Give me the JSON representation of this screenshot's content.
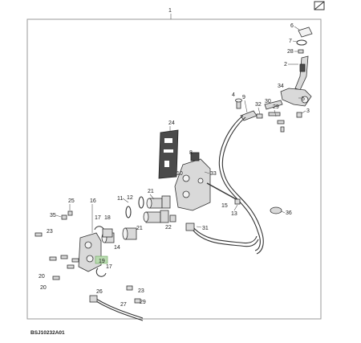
{
  "diagram": {
    "figure_code": "BSJ10232A01",
    "callouts": {
      "c1": "1",
      "c6": "6",
      "c7": "7",
      "c28": "28",
      "c2": "2",
      "c34": "34",
      "c4": "4",
      "c9": "9",
      "c32": "32",
      "c30": "30",
      "c29": "29",
      "c5": "5",
      "c3": "3",
      "c24": "24",
      "c33": "33",
      "c10": "10",
      "c21a": "21",
      "c11": "11",
      "c22": "22",
      "c12": "12",
      "c21b": "21",
      "c15": "15",
      "c13": "13",
      "c36": "36",
      "c16": "16",
      "c25": "25",
      "c35": "35",
      "c17a": "17",
      "c18": "18",
      "c23a": "23",
      "c14": "14",
      "c31": "31",
      "c19": "19",
      "c17b": "17",
      "c20a": "20",
      "c20b": "20",
      "c26": "26",
      "c23b": "23",
      "c27": "27",
      "c29b": "29",
      "c8": "8"
    },
    "highlight_color": "#b9dbb0"
  }
}
